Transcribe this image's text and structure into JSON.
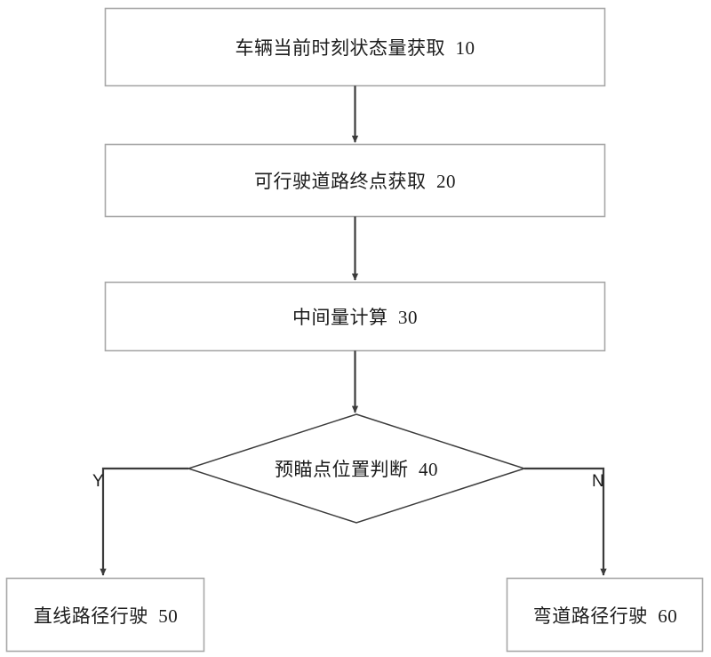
{
  "diagram": {
    "type": "flowchart",
    "orientation": "top-to-bottom",
    "background_color": "#ffffff",
    "box_border_color": "#a8a8a8",
    "line_color": "#3b3b3b",
    "text_color": "#1c1c1c",
    "nodes": [
      {
        "id": "step10",
        "shape": "rectangle",
        "label": "车辆当前时刻状态量获取  10",
        "step_number": "10"
      },
      {
        "id": "step20",
        "shape": "rectangle",
        "label": "可行驶道路终点获取  20",
        "step_number": "20"
      },
      {
        "id": "step30",
        "shape": "rectangle",
        "label": "中间量计算  30",
        "step_number": "30"
      },
      {
        "id": "step40",
        "shape": "diamond",
        "label": "预瞄点位置判断  40",
        "step_number": "40"
      },
      {
        "id": "step50",
        "shape": "rectangle",
        "label": "直线路径行驶  50",
        "step_number": "50"
      },
      {
        "id": "step60",
        "shape": "rectangle",
        "label": "弯道路径行驶  60",
        "step_number": "60"
      }
    ],
    "branch_labels": {
      "yes": "Y",
      "no": "N"
    },
    "edges": [
      {
        "from": "step10",
        "to": "step20",
        "label": ""
      },
      {
        "from": "step20",
        "to": "step30",
        "label": ""
      },
      {
        "from": "step30",
        "to": "step40",
        "label": ""
      },
      {
        "from": "step40",
        "to": "step50",
        "label": "Y"
      },
      {
        "from": "step40",
        "to": "step60",
        "label": "N"
      }
    ]
  }
}
